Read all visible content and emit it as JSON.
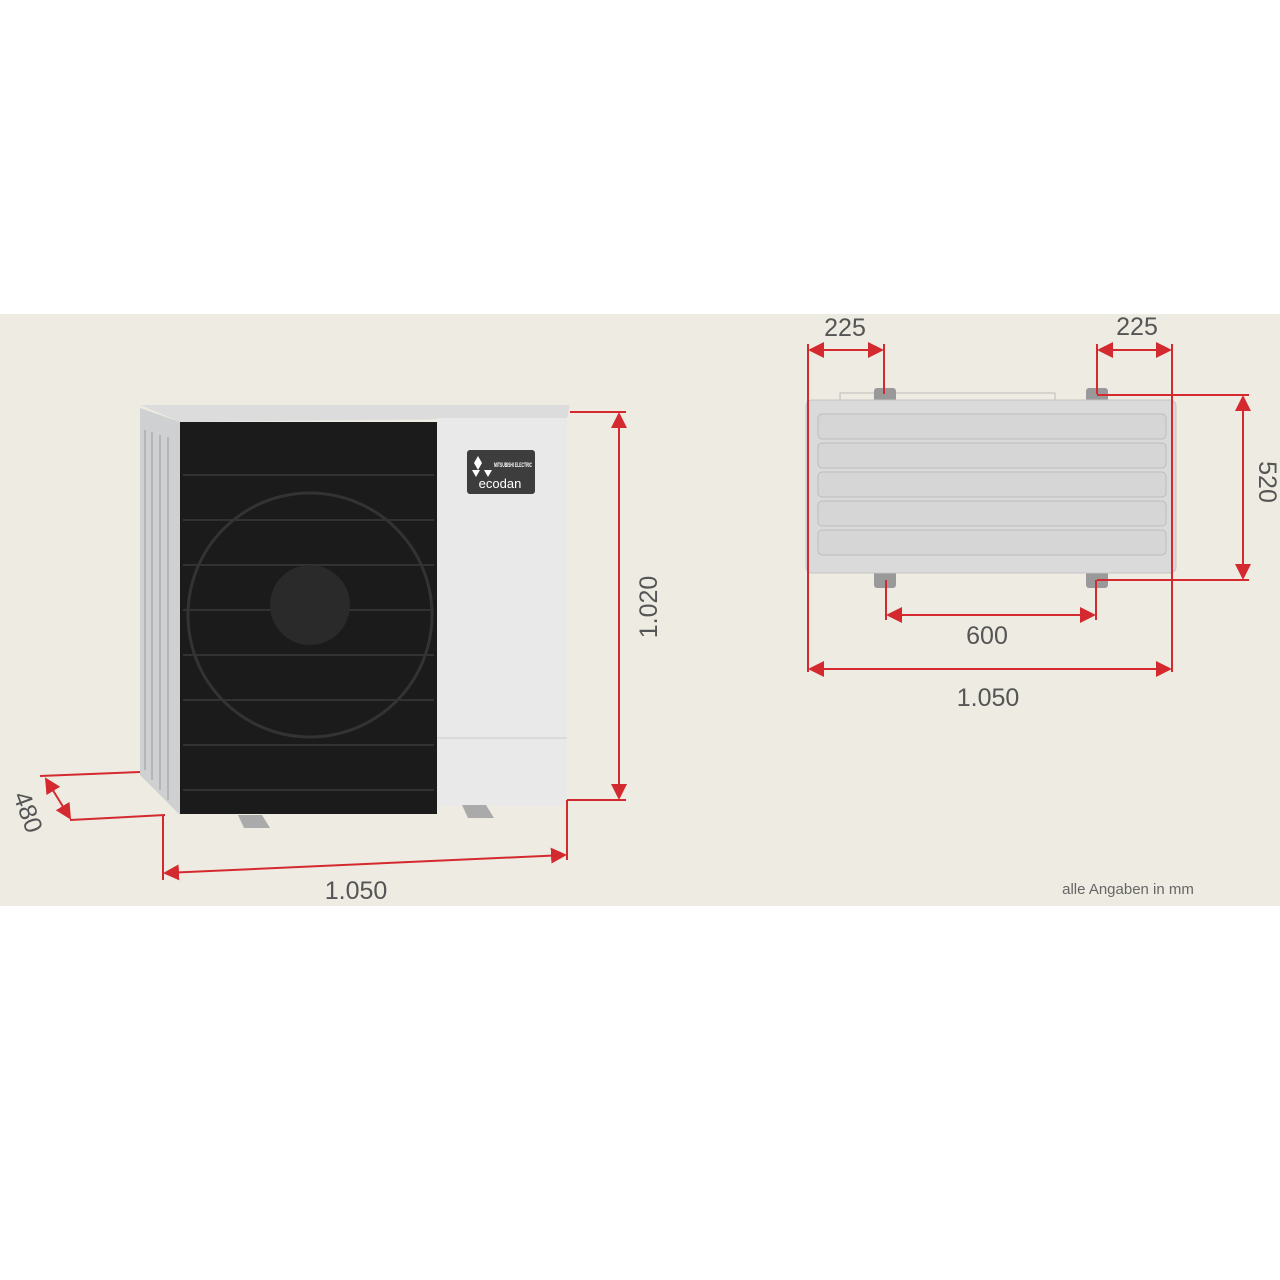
{
  "front_view": {
    "brand": "MITSUBISHI ELECTRIC",
    "product": "ecodan",
    "dimensions": {
      "height": "1.020",
      "width": "1.050",
      "depth": "480"
    }
  },
  "top_view": {
    "dimensions": {
      "left_offset": "225",
      "right_offset": "225",
      "depth": "520",
      "foot_spacing": "600",
      "width": "1.050"
    }
  },
  "note": "alle Angaben in mm",
  "colors": {
    "background": "#eeebe2",
    "dimension_lines": "#d42a2f",
    "unit_body": "#e9e9ea",
    "fan_grill": "#1b1b1b"
  }
}
